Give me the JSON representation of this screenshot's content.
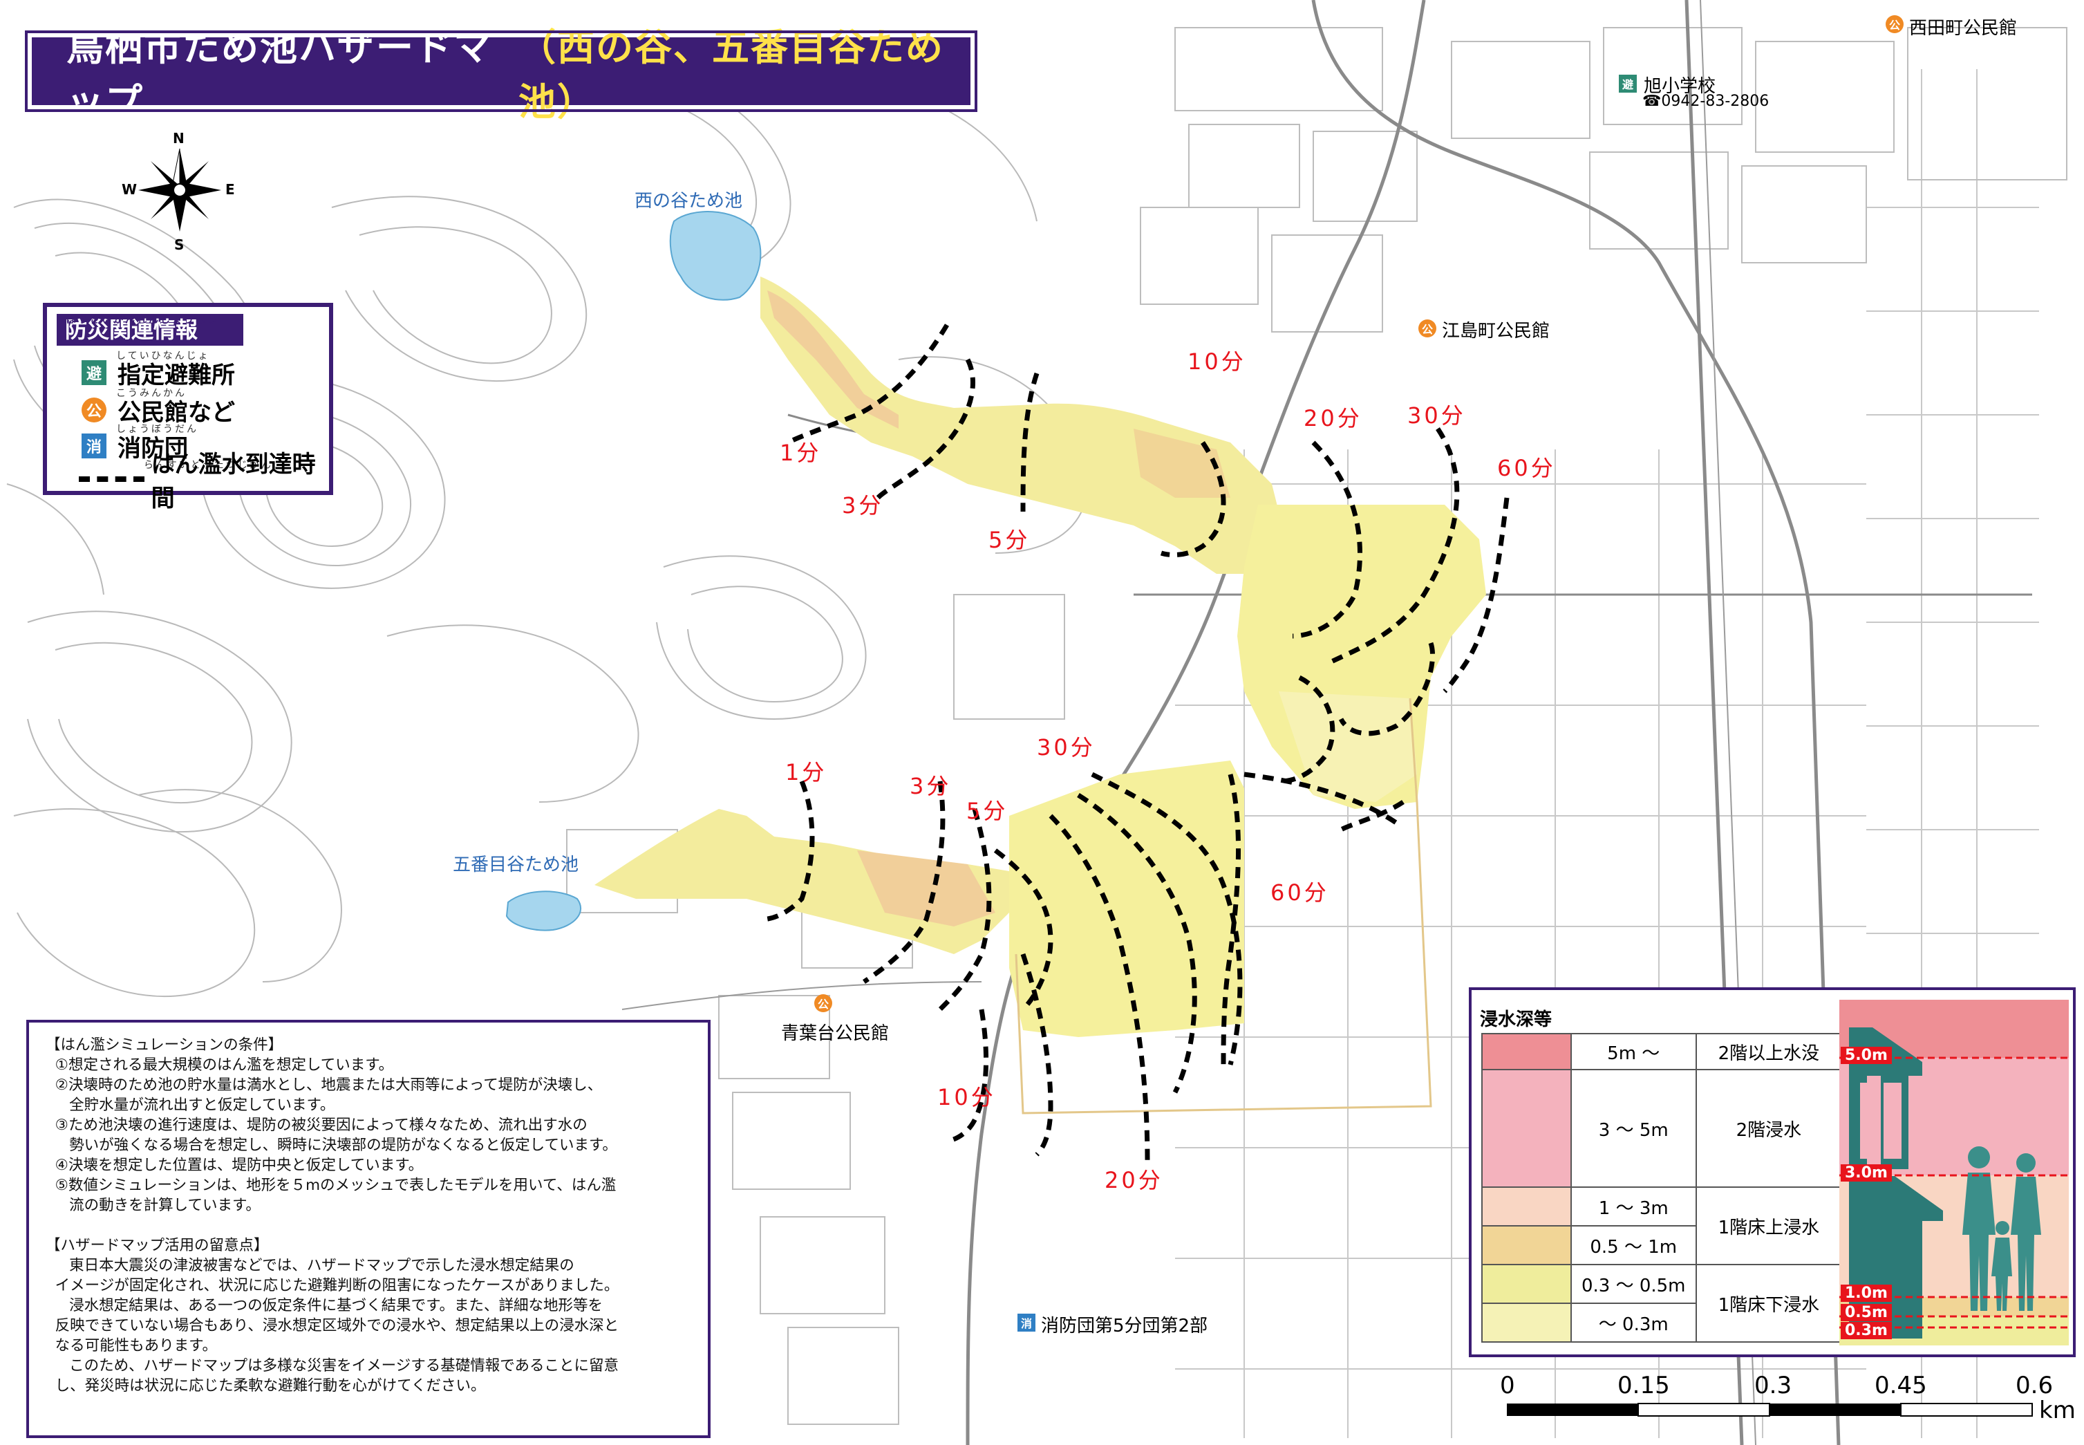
{
  "title": {
    "main": "鳥栖市ため池ハザードマップ",
    "sub": "（西の谷、五番目谷ため池）"
  },
  "compass": {
    "n": "N",
    "s": "S",
    "e": "E",
    "w": "W"
  },
  "ponds": {
    "nishinotani": "西の谷ため池",
    "gobanmedani": "五番目谷ため池"
  },
  "pois": {
    "nishidacho": "西田町公民館",
    "asahi_school": "旭小学校",
    "asahi_phone": "0942-83-2806",
    "ejimacho": "江島町公民館",
    "aobadai": "青葉台公民館",
    "fire_station": "消防団第5分団第2部"
  },
  "icons": {
    "shelter": "避",
    "hall": "公",
    "fire": "消",
    "phone": "☎"
  },
  "legend": {
    "ruby_heading": "ぼうさいかんれんじょうほう",
    "heading": "防災関連情報",
    "items": [
      {
        "ruby": "していひなんじょ",
        "label": "指定避難所",
        "icon": "shelter-icon",
        "color": "#2e8b74"
      },
      {
        "ruby": "こうみんかん",
        "label": "公民館など",
        "icon": "hall-icon",
        "color": "#f08a24"
      },
      {
        "ruby": "しょうぼうだん",
        "label": "消防団",
        "icon": "fire-icon",
        "color": "#2f7fc4"
      },
      {
        "ruby": "らんすいとうたつじかん",
        "label": "はん濫水到達時間",
        "icon": "dashed-line-icon",
        "color": "#000000"
      }
    ]
  },
  "times": {
    "n_1": "1分",
    "n_3": "3分",
    "n_5": "5分",
    "n_10": "10分",
    "n_20": "20分",
    "n_30": "30分",
    "n_60": "60分",
    "s_1": "1分",
    "s_3": "3分",
    "s_5": "5分",
    "s_10": "10分",
    "s_20": "20分",
    "s_30": "30分",
    "s_60": "60分"
  },
  "conditions": {
    "lines": [
      "【はん濫シミュレーションの条件】",
      "  ①想定される最大規模のはん濫を想定しています。",
      "  ②決壊時のため池の貯水量は満水とし、地震または大雨等によって堤防が決壊し、",
      "     全貯水量が流れ出すと仮定しています。",
      "  ③ため池決壊の進行速度は、堤防の被災要因によって様々なため、流れ出す水の",
      "     勢いが強くなる場合を想定し、瞬時に決壊部の堤防がなくなると仮定しています。",
      "  ④決壊を想定した位置は、堤防中央と仮定しています。",
      "  ⑤数値シミュレーションは、地形を５mのメッシュで表したモデルを用いて、はん濫",
      "     流の動きを計算しています。",
      "",
      "【ハザードマップ活用の留意点】",
      "     東日本大震災の津波被害などでは、ハザードマップで示した浸水想定結果の",
      "  イメージが固定化され、状況に応じた避難判断の阻害になったケースがありました。",
      "     浸水想定結果は、ある一つの仮定条件に基づく結果です。また、詳細な地形等を",
      "  反映できていない場合もあり、浸水想定区域外での浸水や、想定結果以上の浸水深と",
      "  なる可能性もあります。",
      "     このため、ハザードマップは多様な災害をイメージする基礎情報であることに留意",
      "  し、発災時は状況に応じた柔軟な避難行動を心がけてください。"
    ]
  },
  "depth": {
    "title": "浸水深等",
    "rows": [
      {
        "range": "5m 〜",
        "color": "#ee8f95"
      },
      {
        "range": "3 〜 5m",
        "color": "#f4b2bd"
      },
      {
        "range": "1 〜 3m",
        "color": "#f9d6c3"
      },
      {
        "range": "0.5 〜 1m",
        "color": "#f1d596"
      },
      {
        "range": "0.3 〜 0.5m",
        "color": "#efed9c"
      },
      {
        "range": "〜 0.3m",
        "color": "#f5f2b6"
      }
    ],
    "impacts": [
      "2階以上水没",
      "2階浸水",
      "1階床上浸水",
      "1階床下浸水"
    ],
    "levels": [
      "5.0m",
      "3.0m",
      "1.0m",
      "0.5m",
      "0.3m"
    ]
  },
  "scale": {
    "ticks": [
      "0",
      "0.15",
      "0.3",
      "0.45",
      "0.6"
    ],
    "unit": "km"
  }
}
